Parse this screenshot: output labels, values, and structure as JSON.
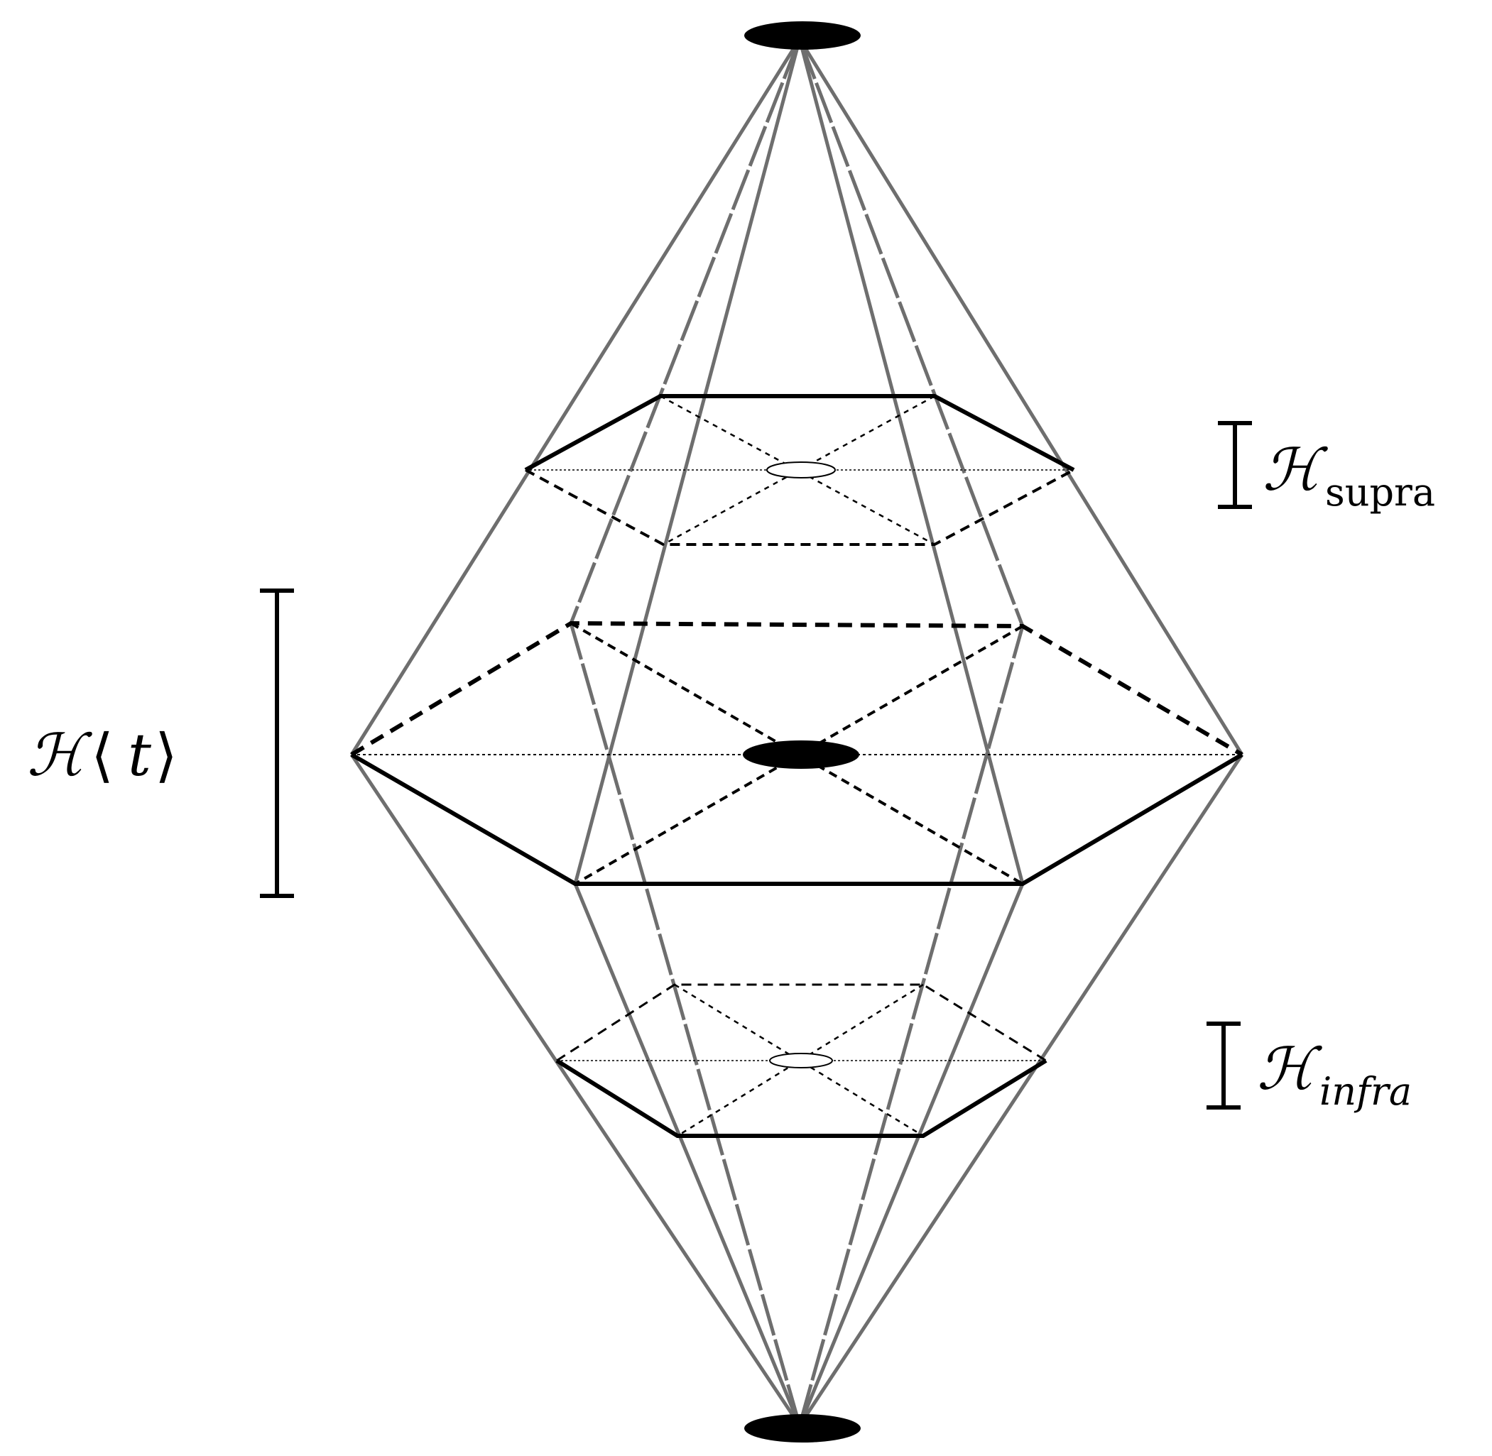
{
  "labels": {
    "h_symbol": "ℋ",
    "h_t_var": "t",
    "h_t_open": "⟨",
    "h_t_close": "⟩",
    "supra_sub": "supra",
    "infra_sub": "infra"
  },
  "colors": {
    "ink": "#000000",
    "grey_edge": "#6e6e6e",
    "background": "#ffffff"
  }
}
